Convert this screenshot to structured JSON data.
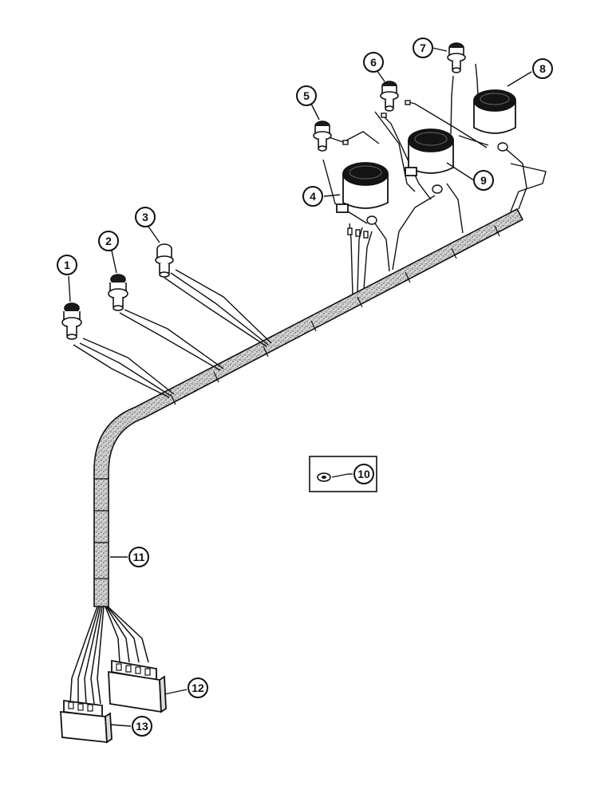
{
  "diagram": {
    "callouts": [
      {
        "id": "1",
        "label": "1"
      },
      {
        "id": "2",
        "label": "2"
      },
      {
        "id": "3",
        "label": "3"
      },
      {
        "id": "4",
        "label": "4"
      },
      {
        "id": "5",
        "label": "5"
      },
      {
        "id": "6",
        "label": "6"
      },
      {
        "id": "7",
        "label": "7"
      },
      {
        "id": "8",
        "label": "8"
      },
      {
        "id": "9",
        "label": "9"
      },
      {
        "id": "10",
        "label": "10"
      },
      {
        "id": "11",
        "label": "11"
      },
      {
        "id": "12",
        "label": "12"
      },
      {
        "id": "13",
        "label": "13"
      }
    ]
  },
  "colors": {
    "ink": "#111111",
    "harness_fill": "#cfcfcf",
    "gauge_face": "#141414",
    "background": "#ffffff"
  }
}
